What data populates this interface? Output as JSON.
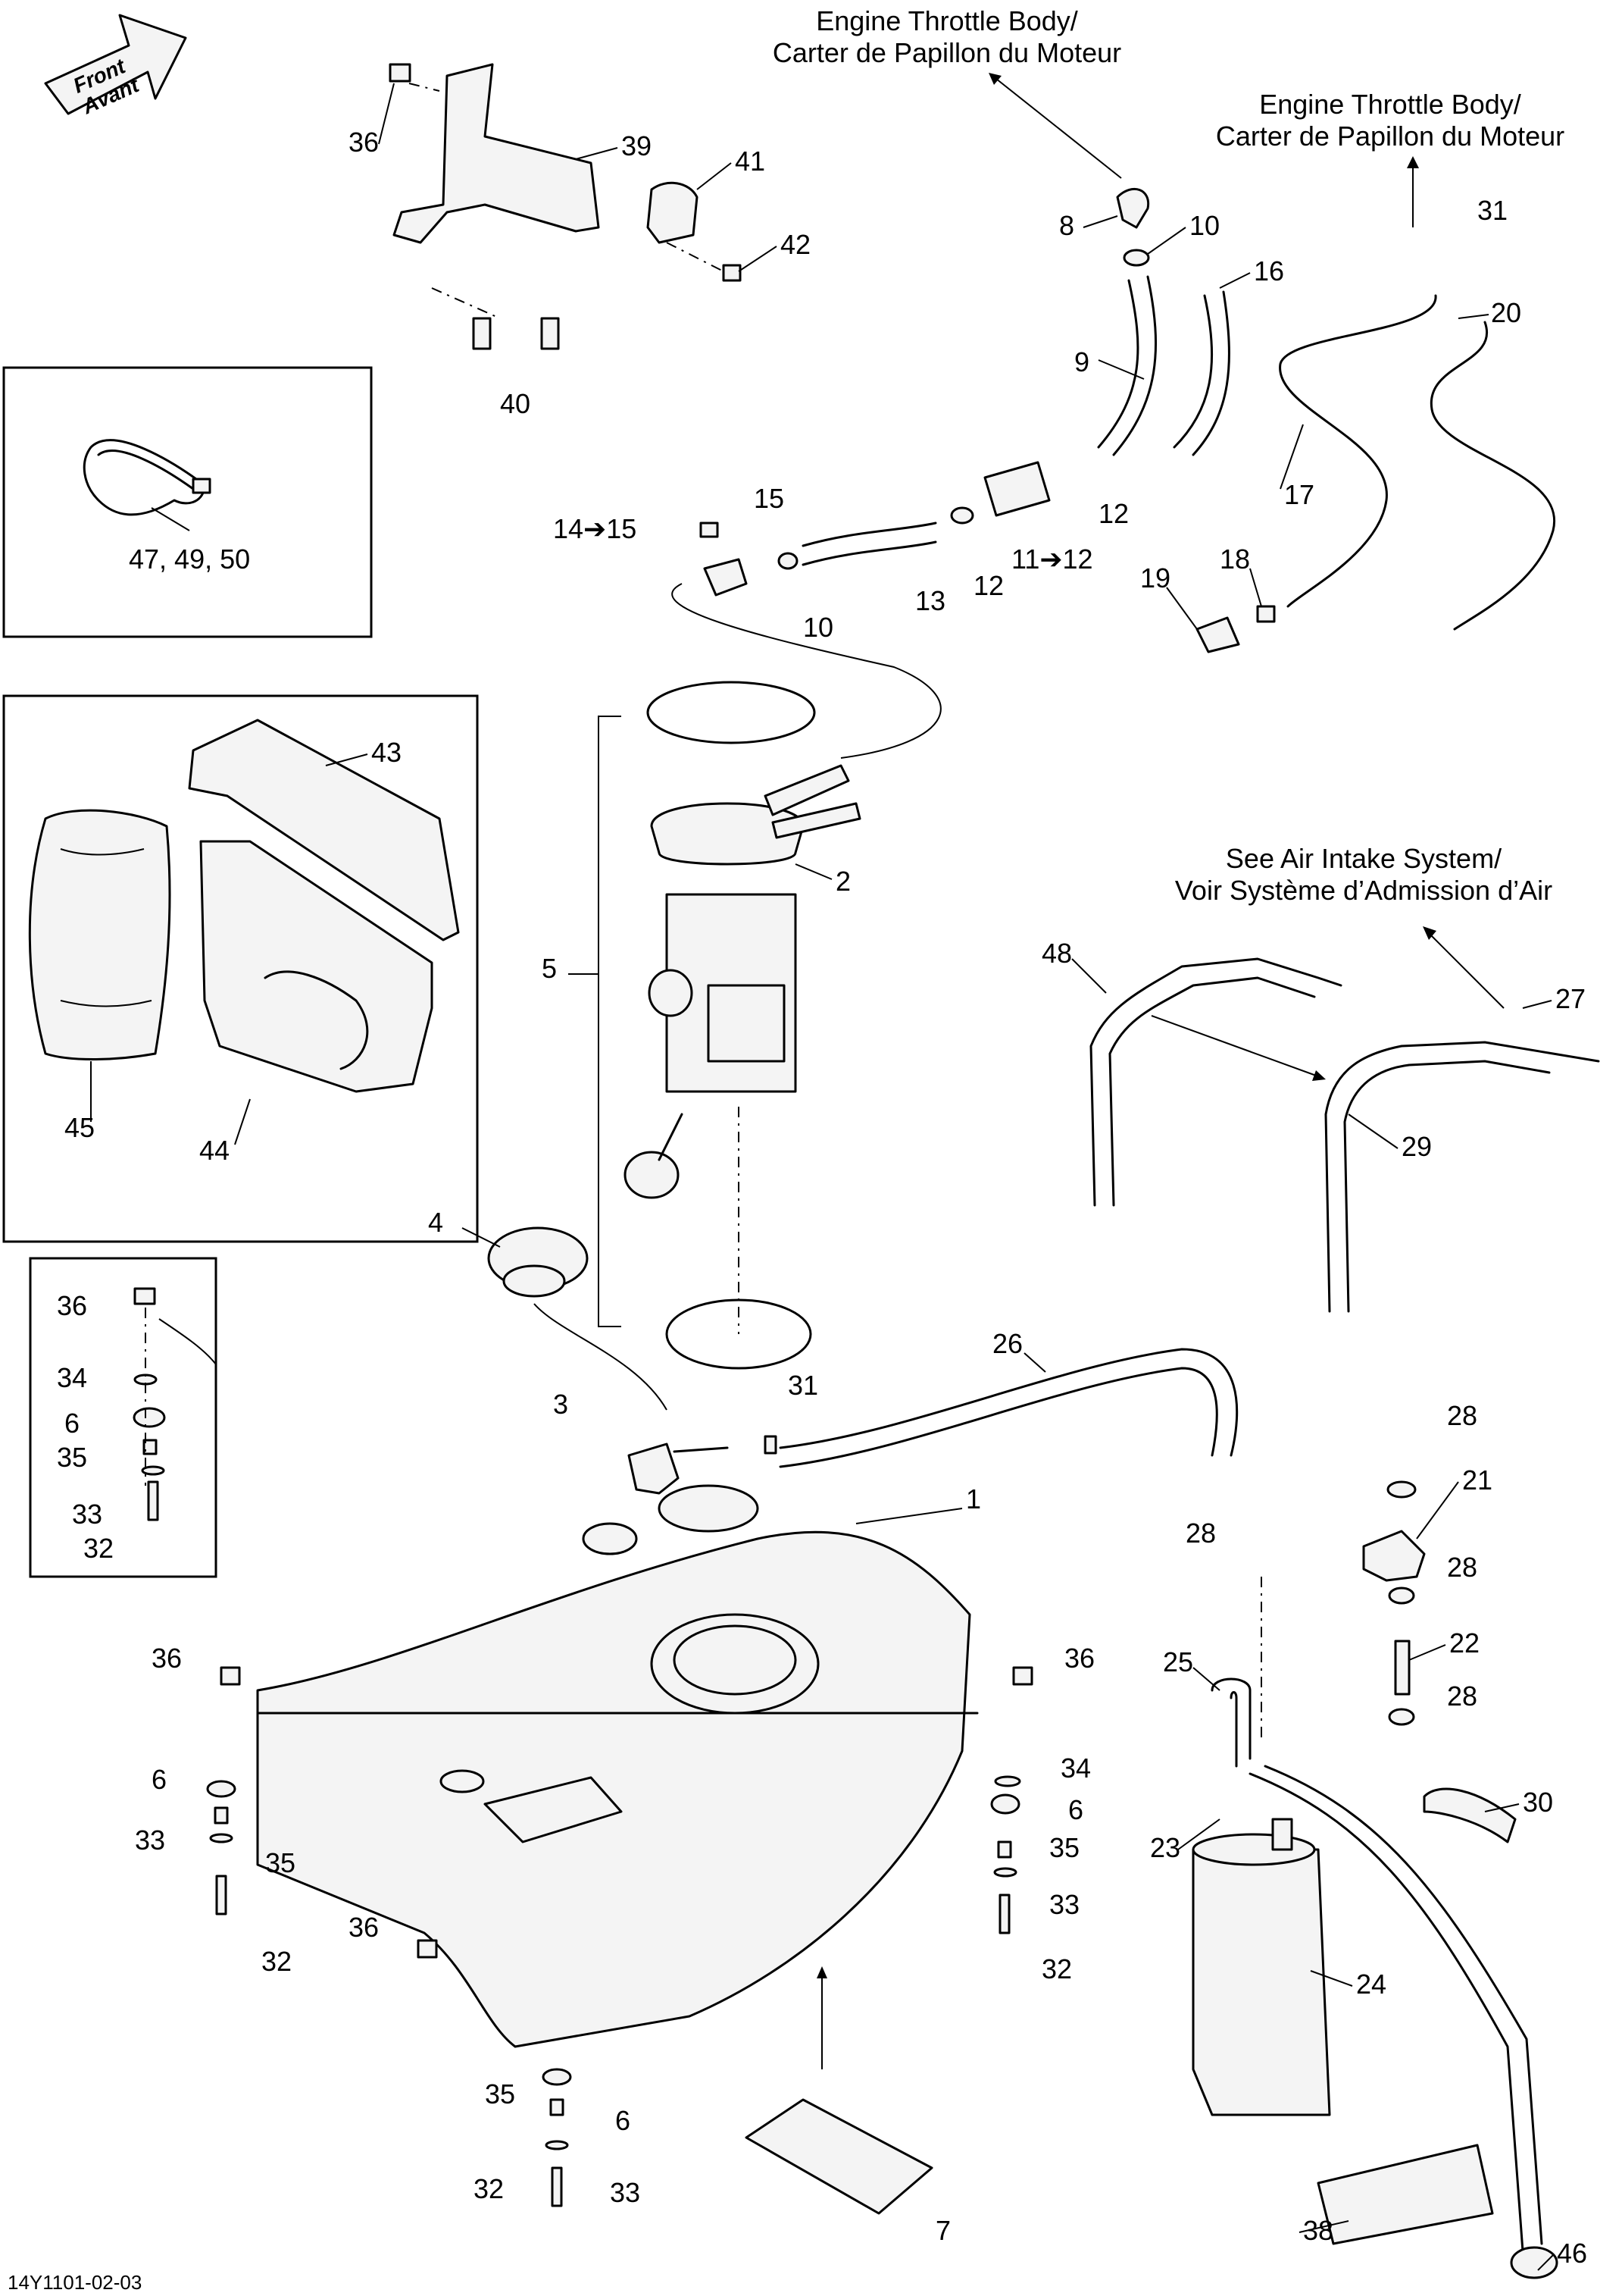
{
  "reference_code": "14Y1101-02-03",
  "front_indicator": {
    "line1": "Front",
    "line2": "Avant"
  },
  "notes": {
    "throttle_body_1": {
      "line1": "Engine Throttle Body/",
      "line2": "Carter de Papillon du Moteur"
    },
    "throttle_body_2": {
      "line1": "Engine Throttle Body/",
      "line2": "Carter de Papillon du Moteur"
    },
    "air_intake": {
      "line1": "See Air Intake System/",
      "line2": "Voir Système d’Admission d’Air"
    }
  },
  "callouts": {
    "c1": "1",
    "c2": "2",
    "c3": "3",
    "c4": "4",
    "c5": "5",
    "c6a": "6",
    "c6b": "6",
    "c6c": "6",
    "c6d": "6",
    "c7": "7",
    "c8": "8",
    "c9": "9",
    "c10a": "10",
    "c10b": "10",
    "c11": "11➔12",
    "c12a": "12",
    "c12b": "12",
    "c13": "13",
    "c14": "14➔15",
    "c15": "15",
    "c16": "16",
    "c17": "17",
    "c18": "18",
    "c19": "19",
    "c20": "20",
    "c21": "21",
    "c22": "22",
    "c23": "23",
    "c24": "24",
    "c25": "25",
    "c26": "26",
    "c27": "27",
    "c28a": "28",
    "c28b": "28",
    "c28c": "28",
    "c28d": "28",
    "c29": "29",
    "c30": "30",
    "c31a": "31",
    "c31b": "31",
    "c32a": "32",
    "c32b": "32",
    "c32c": "32",
    "c32d": "32",
    "c33a": "33",
    "c33b": "33",
    "c33c": "33",
    "c33d": "33",
    "c34a": "34",
    "c34b": "34",
    "c35a": "35",
    "c35b": "35",
    "c35c": "35",
    "c35d": "35",
    "c36a": "36",
    "c36b": "36",
    "c36c": "36",
    "c36d": "36",
    "c36e": "36",
    "c38": "38",
    "c39": "39",
    "c40": "40",
    "c41": "41",
    "c42": "42",
    "c43": "43",
    "c44": "44",
    "c45": "45",
    "c46": "46",
    "c47": "47, 49, 50",
    "c48": "48"
  }
}
